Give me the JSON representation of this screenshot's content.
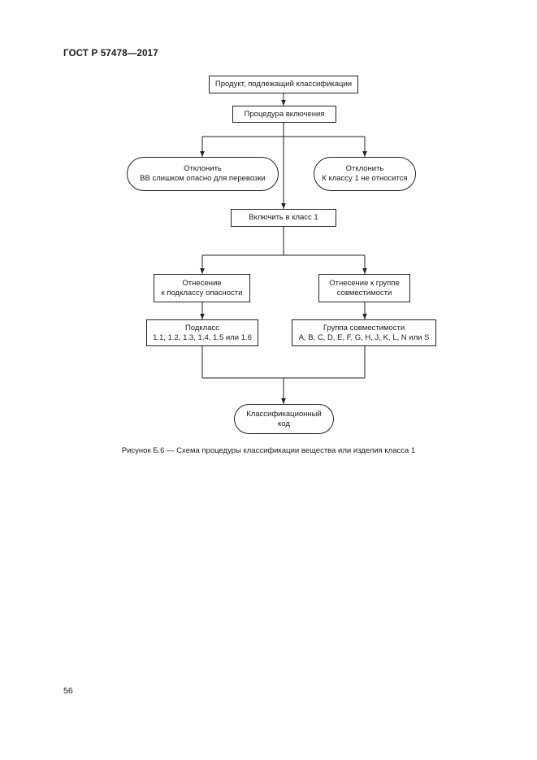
{
  "header": {
    "doc_id": "ГОСТ Р 57478—2017"
  },
  "flowchart": {
    "product": "Продукт, подлежащий классификации",
    "procedure": "Процедура включения",
    "reject_left": [
      "Отклонить",
      "ВВ слишком опасно для перевозки"
    ],
    "reject_right": [
      "Отклонить",
      "К классу 1 не относится"
    ],
    "include": "Включить в класс 1",
    "subclass_assign": [
      "Отнесение",
      "к подклассу опасности"
    ],
    "group_assign": [
      "Отнесение к группе",
      "совместимости"
    ],
    "subclass": [
      "Подкласс",
      "1.1, 1.2, 1.3, 1.4, 1.5 или 1.6"
    ],
    "group": [
      "Группа совместимости",
      "A, B, C, D, E, F, G, H, J, K, L, N или S"
    ],
    "code": [
      "Классификационный",
      "код"
    ]
  },
  "caption": "Рисунок Б.6 — Схема процедуры классификации вещества или изделия класса 1",
  "page_number": "56"
}
